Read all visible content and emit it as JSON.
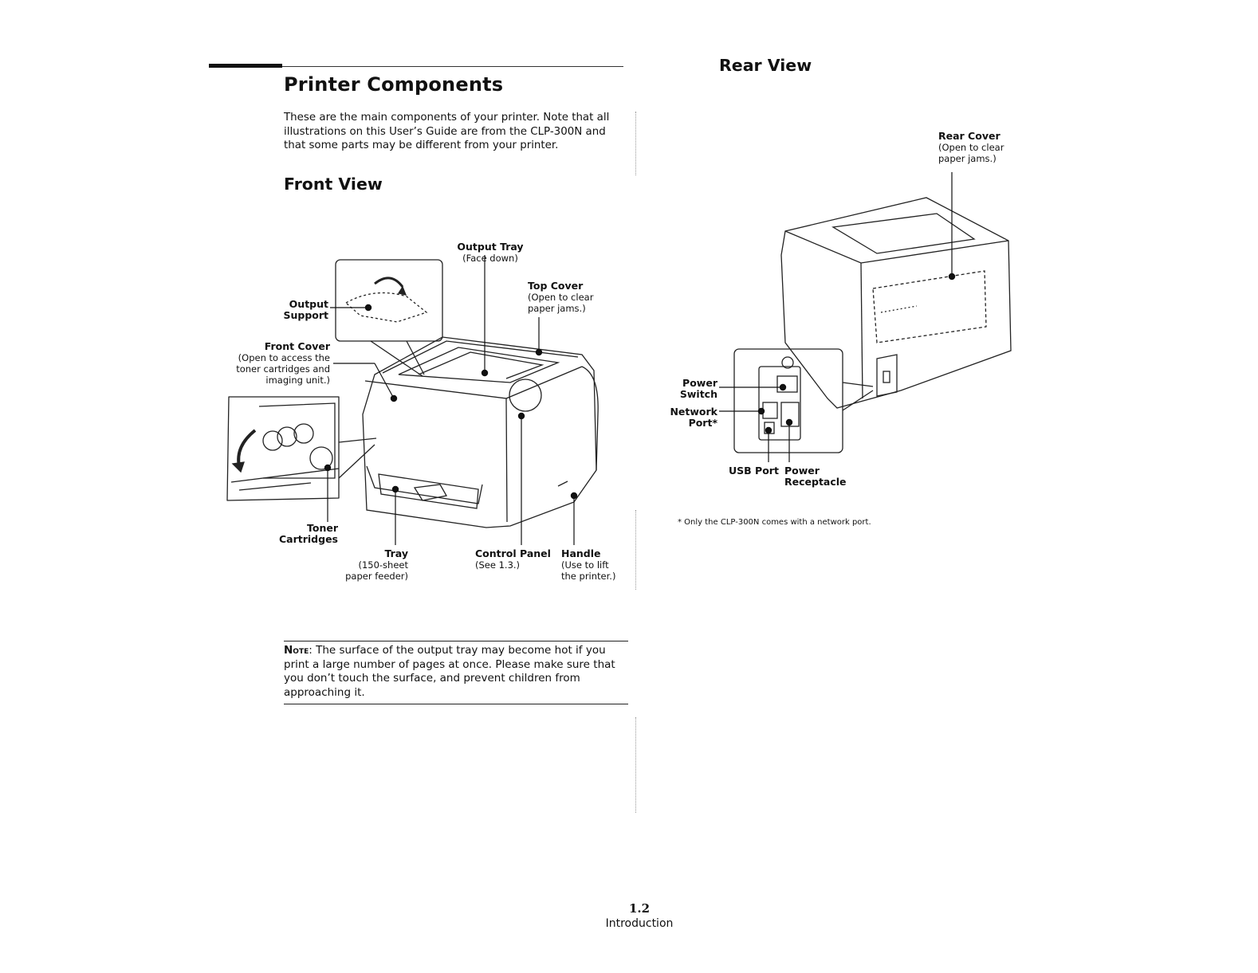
{
  "page": {
    "title": "Printer Components",
    "intro": "These are the main components of your printer. Note that all illustrations on this User’s Guide are from the CLP-300N and that some parts may be different from your printer.",
    "page_number": "1.2",
    "chapter": "Introduction"
  },
  "front_view": {
    "heading": "Front View",
    "labels": {
      "output_tray": "Output Tray",
      "output_tray_note": "(Face down)",
      "top_cover": "Top Cover",
      "top_cover_note_1": "(Open to clear",
      "top_cover_note_2": "paper jams.)",
      "output_support_1": "Output",
      "output_support_2": "Support",
      "front_cover": "Front Cover",
      "front_cover_note_1": "(Open to access the",
      "front_cover_note_2": "toner cartridges and",
      "front_cover_note_3": "imaging unit.)",
      "toner_1": "Toner",
      "toner_2": "Cartridges",
      "tray": "Tray",
      "tray_note_1": "(150-sheet",
      "tray_note_2": "paper feeder)",
      "control_panel": "Control Panel",
      "control_panel_note": "(See 1.3.)",
      "handle": "Handle",
      "handle_note_1": "(Use to lift",
      "handle_note_2": "the printer.)"
    }
  },
  "rear_view": {
    "heading": "Rear View",
    "labels": {
      "rear_cover": "Rear Cover",
      "rear_cover_note_1": "(Open to clear",
      "rear_cover_note_2": "paper jams.)",
      "power_switch_1": "Power",
      "power_switch_2": "Switch",
      "network_port_1": "Network",
      "network_port_2": "Port*",
      "usb_port": "USB Port",
      "power_receptacle_1": "Power",
      "power_receptacle_2": "Receptacle"
    },
    "footnote": "* Only the CLP-300N comes with a network port."
  },
  "note": {
    "label": "Note",
    "text": ": The surface of the output tray may become hot if you print a large number of pages at once. Please make sure that you don’t touch the surface, and prevent children from approaching it."
  }
}
